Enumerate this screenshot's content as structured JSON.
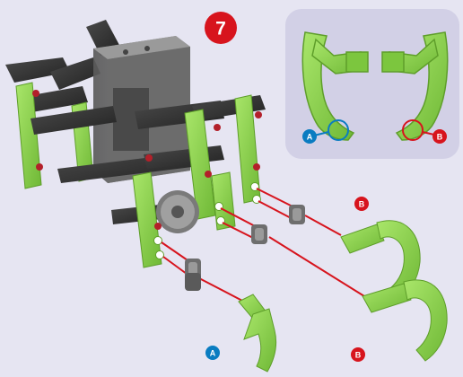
{
  "step": {
    "number": "7"
  },
  "inset": {
    "callout_a": "A",
    "callout_b": "B"
  },
  "parts": {
    "label_b_upper": "B",
    "label_b_lower": "B",
    "label_a_lower": "A"
  },
  "colors": {
    "background": "#e6e5f2",
    "inset_panel": "#d2d0e6",
    "green_part": "#8fd64a",
    "green_shadow": "#5e9e2a",
    "dark_part": "#3a3a3a",
    "step_badge": "#d7141d",
    "label_a": "#0a7cc1",
    "label_b": "#d7141d",
    "assembly_line": "#d7141d"
  }
}
